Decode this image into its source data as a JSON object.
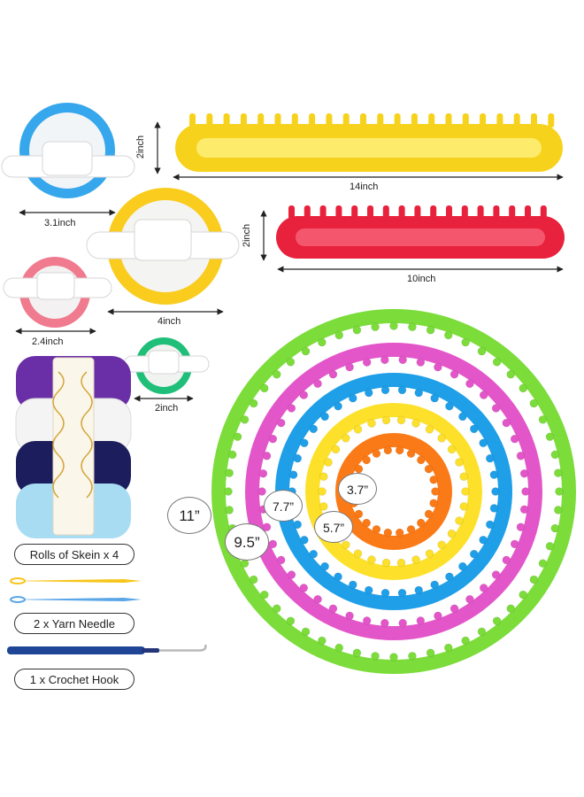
{
  "dimensions": {
    "long_loom_height": "2inch",
    "long_loom_length": "14inch",
    "short_loom_height": "2inch",
    "short_loom_length": "10inch",
    "pompom_blue": "3.1inch",
    "pompom_yellow": "4inch",
    "pompom_pink": "2.4inch",
    "pompom_green": "2inch"
  },
  "round_looms": {
    "green": "11”",
    "pink": "9.5”",
    "blue": "7.7”",
    "yellow": "5.7”",
    "orange": "3.7”"
  },
  "accessories": {
    "skein": "Rolls of Skein x 4",
    "needle": "2 x Yarn Needle",
    "hook": "1 x Crochet Hook"
  },
  "colors": {
    "yellow": "#f7d21c",
    "red": "#e8213c",
    "blue": "#36a7ec",
    "pink": "#f07a8e",
    "green_pompom": "#1fbf7a",
    "lime": "#7bdc3a",
    "magenta": "#e356c9",
    "cyan": "#1f9fe8",
    "sun": "#fde02a",
    "orange": "#fb7a18",
    "purple": "#6a2fa6",
    "navy": "#1c1d5c",
    "sky": "#a8dcf2"
  }
}
